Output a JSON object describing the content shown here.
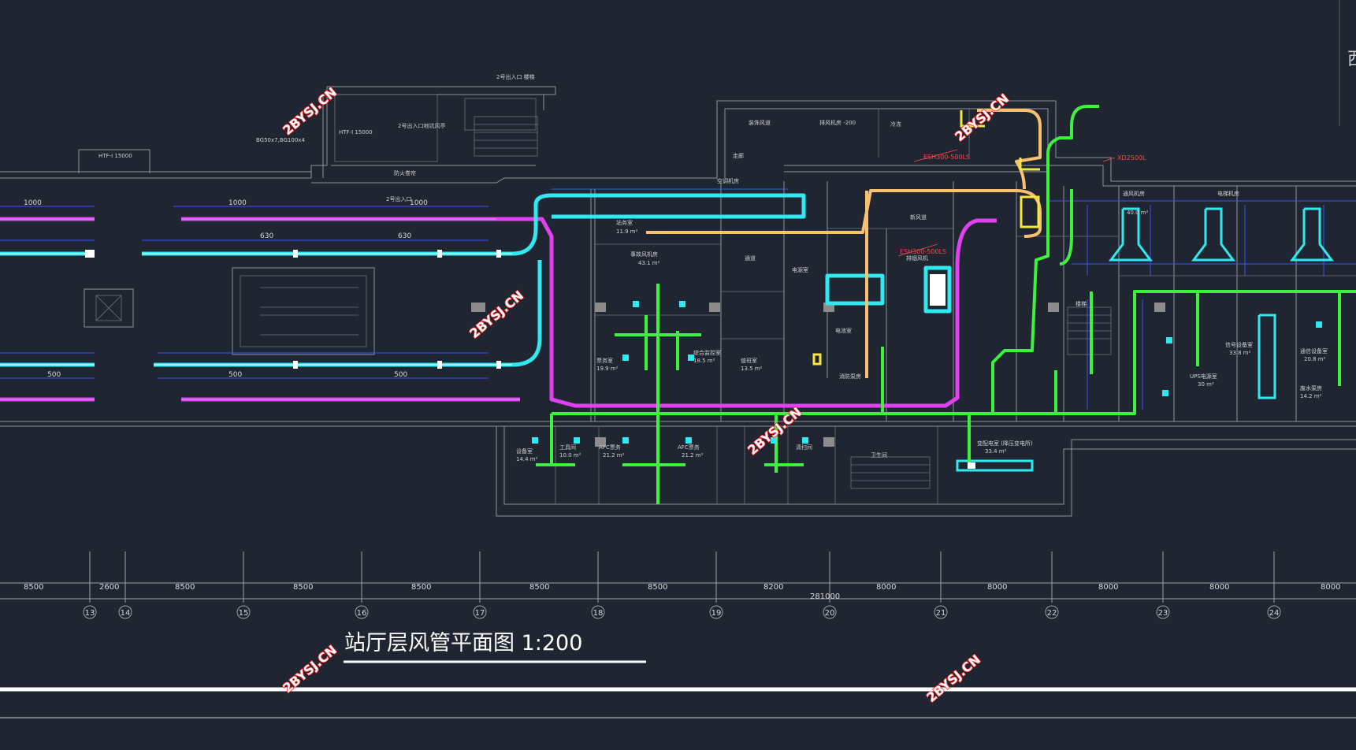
{
  "drawing": {
    "title": "站厅层风管平面图 1:200",
    "watermark": "2BYSJ.CN",
    "top_right_fragment": "西",
    "colors": {
      "background": "#1f2631",
      "wall": "#8d939c",
      "exhaust_duct": "#e040f0",
      "supply_duct": "#30e8f0",
      "fresh_air_duct": "#40f040",
      "smoke_duct": "#f8c070",
      "yellow_fitting": "#f5e640",
      "dimension_line": "#3c52ff",
      "watermark_outline": "#ff2020"
    }
  },
  "grid": {
    "axes": [
      {
        "label": "13",
        "spacing": "8500"
      },
      {
        "label": "14",
        "spacing": "2600"
      },
      {
        "label": "15",
        "spacing": "8500"
      },
      {
        "label": "16",
        "spacing": "8500"
      },
      {
        "label": "17",
        "spacing": "8500"
      },
      {
        "label": "18",
        "spacing": "8500"
      },
      {
        "label": "19",
        "spacing": "8500"
      },
      {
        "label": "20",
        "spacing": "8200"
      },
      {
        "label": "21",
        "spacing": "8000"
      },
      {
        "label": "22",
        "spacing": "8000"
      },
      {
        "label": "23",
        "spacing": "8000"
      },
      {
        "label": "24",
        "spacing": "8000"
      }
    ],
    "total": "281000"
  },
  "rooms": {
    "entrance_top": "2号出入口 楼梯",
    "entrance2": "2号出入口地坑风亭",
    "entrance_main": "2号出入口",
    "fire_door": "防火卷帘",
    "duct_shaft": "装饰风道",
    "corridor": "走廊",
    "fan_room": "排风机房 -200",
    "cold_room": "冷冻",
    "cooling": "空调机房",
    "station_room": "站务室",
    "station_area": "11.9 m²",
    "emergency": "事故风机房",
    "emergency_area": "43.1 m²",
    "ticket": "票务室",
    "ticket_area": "19.9 m²",
    "control": "综合监控室",
    "control_area": "18.5 m²",
    "duty": "值班室",
    "duty_area": "13.5 m²",
    "passage": "通道",
    "power": "电源室",
    "afc1": "AFC票务",
    "afc1_area": "21.2 m²",
    "afc2": "AFC票务",
    "afc2_area": "21.2 m²",
    "equipment": "设备室",
    "equipment_area": "14.4 m²",
    "tool": "工具间",
    "tool_area": "10.0 m²",
    "signal_room": "信号设备室",
    "signal_area": "33.8 m²",
    "comm_room": "通信设备室",
    "comm_area": "20.8 m²",
    "cleaning": "清扫间",
    "toilet": "卫生间",
    "substation": "变配电室 (降压变电所)",
    "substation_area": "33.4 m²",
    "fire_pump": "消防泵房",
    "staircase": "楼梯",
    "fresh_air": "新风道",
    "smoke_fan": "排烟风机",
    "battery": "电池室",
    "ups": "UPS电源室",
    "ups_area": "30 m²",
    "ventilation": "通风机房",
    "ventilation_area": "40.0 m²",
    "lift_room": "电梯机房",
    "waste": "废水泵房",
    "lift_area": "14.2 m²"
  },
  "labels": {
    "fan1": "HTF-I 15000",
    "fan2": "HTF-I 15000",
    "duct_size": "BG50x7,BG100x4",
    "red_tag1": "ESH300-500LS",
    "red_tag2": "ESH300-500LS",
    "red_tag3": "XD2500L",
    "dim_1000": "1000",
    "dim_630": "630",
    "dim_500": "500"
  }
}
